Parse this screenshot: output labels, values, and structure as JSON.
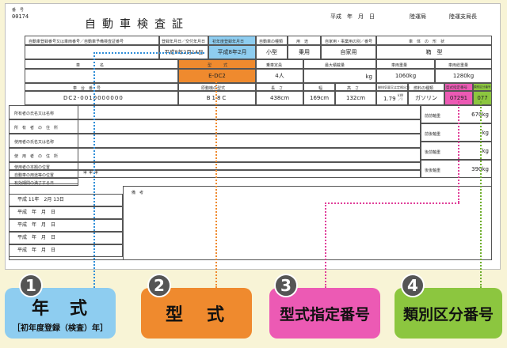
{
  "header": {
    "number_label": "番　号",
    "number_value": "00174",
    "title": "自動車検査証",
    "issue_date": "平成　年　月　日",
    "bureau": "陸運局",
    "branch_head": "陸運支局長"
  },
  "row1": {
    "reg_label": "自動車登録番号又は車両番号／自動車予備検査証番号",
    "reg_date_label": "登録年月日／交付年月日",
    "first_reg_label": "初年度登録年月日",
    "kind_label": "自動車の種類",
    "use_label": "用　途",
    "private_label": "自家用・事業用の別／番号",
    "body_shape_label": "車　体　の　形　状",
    "reg_date_value": "平成8年2月14日",
    "first_reg_value": "平成8年2月",
    "kind_value": "小型",
    "use_value": "乗用",
    "private_value": "自家用",
    "body_shape_value": "箱　型"
  },
  "row2": {
    "car_name_label": "車　　　　　名",
    "model_label": "型　　　式",
    "capacity_label": "乗車定員",
    "max_load_label": "最大積載量",
    "weight_label": "車両重量",
    "gross_weight_label": "車両総重量",
    "model_value": "E-DC2",
    "capacity_value": "4人",
    "max_load_unit": "kg",
    "weight_value": "1060kg",
    "gross_weight_value": "1280kg"
  },
  "row3": {
    "chassis_label": "車　台　番　号",
    "engine_label": "原動機の型式",
    "length_label": "長　さ",
    "width_label": "幅",
    "height_label": "高　さ",
    "displacement_label": "総排気量又は定格出力",
    "fuel_label": "燃料の種類",
    "type_designation_label": "型式指定番号",
    "category_label": "類別区分番号",
    "chassis_value": "DC2-0010000000",
    "engine_value": "B18C",
    "length_value": "438cm",
    "width_value": "169cm",
    "height_value": "132cm",
    "displacement_value": "1.79",
    "displacement_unit": "kW／l",
    "fuel_value": "ガソリン",
    "type_designation_value": "07291",
    "category_value": "077"
  },
  "owner_rows": [
    "所有者の氏名又は名称",
    "所　有　者　の　住　所",
    "使用者の氏名又は名称",
    "使　用　者　の　住　所",
    "使用者の本拠の位置",
    "自動車の用途等の位置",
    "有効期間の満了する日"
  ],
  "owner_marks": "＊＊＊",
  "axles": [
    {
      "label": "前前軸重",
      "value": "670kg"
    },
    {
      "label": "前後軸重",
      "value": "kg"
    },
    {
      "label": "後前軸重",
      "value": "kg"
    },
    {
      "label": "後後軸重",
      "value": "390kg"
    }
  ],
  "remarks_label": "備　考",
  "expiry_rows": [
    "平成 11年　2月 13日",
    "平成　年　月　日",
    "平成　年　月　日",
    "平成　年　月　日",
    "平成　年　月　日"
  ],
  "legend": [
    {
      "num": "1",
      "title": "年　式",
      "sub": "［初年度登録（検査）年］",
      "color": "#8ecdf0"
    },
    {
      "num": "2",
      "title": "型　式",
      "sub": "",
      "color": "#ef8a2e"
    },
    {
      "num": "3",
      "title": "型式指定番号",
      "sub": "",
      "color": "#ec5ab4"
    },
    {
      "num": "4",
      "title": "類別区分番号",
      "sub": "",
      "color": "#8cc63f"
    }
  ]
}
